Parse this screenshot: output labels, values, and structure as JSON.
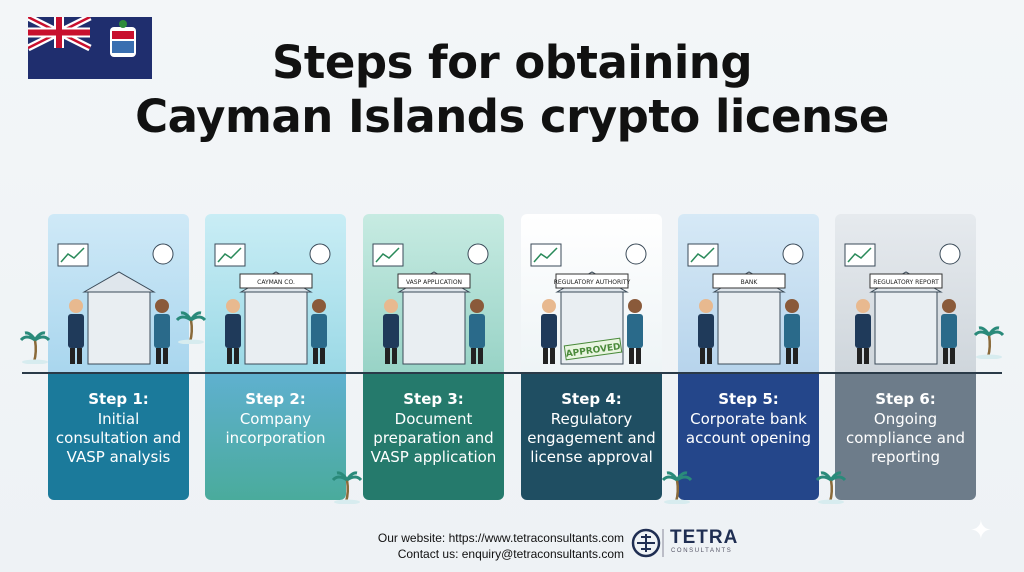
{
  "header": {
    "title_line1": "Steps for obtaining",
    "title_line2": "Cayman Islands crypto license",
    "flag": "cayman-islands-flag"
  },
  "steps": [
    {
      "label": "Step 1:",
      "desc": "Initial consultation and VASP analysis",
      "color": "#1b7a9b",
      "illus": "consultants-bitcoin-analysis"
    },
    {
      "label": "Step 2:",
      "desc": "Company incorporation",
      "color": "#53acb8",
      "illus": "cayman-co-building-team",
      "sign": "CAYMAN CO."
    },
    {
      "label": "Step 3:",
      "desc": "Document preparation and VASP application",
      "color": "#257a6c",
      "illus": "checklist-documents",
      "sign": "VASP APPLICATION"
    },
    {
      "label": "Step 4:",
      "desc": "Regulatory engagement and license approval",
      "color": "#1f4e62",
      "illus": "regulatory-authority-approved",
      "sign": "REGULATORY AUTHORITY",
      "stamp": "APPROVED"
    },
    {
      "label": "Step 5:",
      "desc": "Corporate bank account opening",
      "color": "#24468a",
      "illus": "bank-handshake",
      "sign": "BANK"
    },
    {
      "label": "Step 6:",
      "desc": "Ongoing compliance and reporting",
      "color": "#6d7c8a",
      "illus": "compliance-dashboard",
      "sign": "REGULATORY REPORT"
    }
  ],
  "footer": {
    "website": "Our website: https://www.tetraconsultants.com",
    "contact": "Contact us: enquiry@tetraconsultants.com"
  },
  "logo": {
    "name": "TETRA",
    "sub": "CONSULTANTS"
  }
}
